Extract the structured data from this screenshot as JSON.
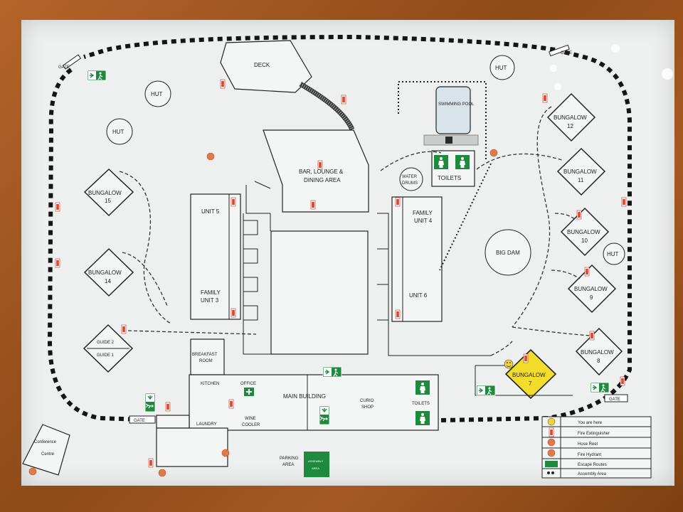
{
  "places": {
    "deck": "DECK",
    "swimming_pool": "SWIMMING POOL",
    "bar_lounge": "BAR, LOUNGE & DINING AREA",
    "water_drums": "WATER DRUMS",
    "toilets": "TOILETS",
    "unit5": "UNIT 5",
    "family_unit3": "FAMILY UNIT 3",
    "family_unit4": "FAMILY UNIT 4",
    "unit6": "UNIT 6",
    "big_dam": "BIG DAM",
    "main_building": "MAIN BUILDING",
    "kitchen": "KITCHEN",
    "office": "OFFICE",
    "laundry": "LAUNDRY",
    "wine_cooler": "WINE COOLER",
    "curio_shop": "CURIO SHOP",
    "toilets_main": "TOILETS",
    "breakfast_room": "BREAKFAST ROOM",
    "parking_area": "PARKING AREA",
    "conference_centre": "Conference Centre",
    "guide2": "GUIDE 2",
    "guide1": "GUIDE 1"
  },
  "gates": [
    "GATE",
    "GATE",
    "GATE",
    "GATE"
  ],
  "huts": [
    "HUT",
    "HUT",
    "HUT",
    "HUT"
  ],
  "bungalows": [
    {
      "label": "BUNGALOW",
      "num": "15"
    },
    {
      "label": "BUNGALOW",
      "num": "14"
    },
    {
      "label": "BUNGALOW",
      "num": "12"
    },
    {
      "label": "BUNGALOW",
      "num": "11"
    },
    {
      "label": "BUNGALOW",
      "num": "10"
    },
    {
      "label": "BUNGALOW",
      "num": "9"
    },
    {
      "label": "BUNGALOW",
      "num": "8"
    },
    {
      "label": "BUNGALOW",
      "num": "7"
    }
  ],
  "legend": {
    "you_are_here": "You are here",
    "fire_extinguisher": "Fire Extinguisher",
    "hose_reel": "Hose Reel",
    "fire_hydrant": "Fire Hydrant",
    "escape_routes": "Escape Routes",
    "assembly_area": "Assembly Area"
  },
  "colors": {
    "frame": "#9a5320",
    "paper": "#eef0f0",
    "line": "#222222",
    "escape_green": "#1e8a3e",
    "extinguisher_red": "#d9482b",
    "hydrant_orange": "#e07a4a",
    "you_are_here_yellow": "#f0d23a",
    "bungalow7_yellow": "#f3dc2a"
  }
}
